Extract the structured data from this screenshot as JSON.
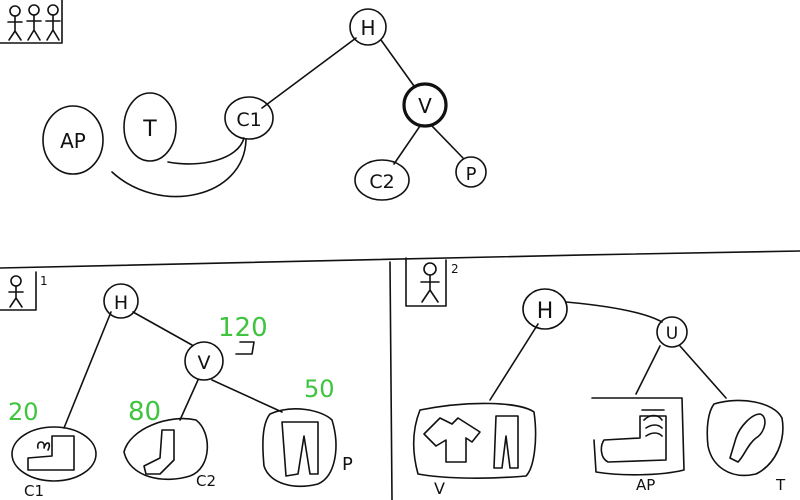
{
  "top_tree": {
    "root_label": "H",
    "mid_label": "V",
    "c1_label": "C1",
    "c2_label": "C2",
    "p_label": "P",
    "ap_label": "AP",
    "t_label": "T"
  },
  "panel1": {
    "user_number": "1",
    "root_label": "H",
    "v_label": "V",
    "values": {
      "v": "120",
      "c1": "20",
      "c2": "80",
      "p": "50"
    },
    "leaf_labels": {
      "c1": "C1",
      "c2": "C2",
      "p": "P"
    }
  },
  "panel2": {
    "user_number": "2",
    "root_label": "H",
    "u_label": "U",
    "leaf_labels": {
      "v": "V",
      "ap": "AP",
      "t": "T"
    }
  },
  "colors": {
    "ink": "#111111",
    "green": "#3fc43f"
  }
}
